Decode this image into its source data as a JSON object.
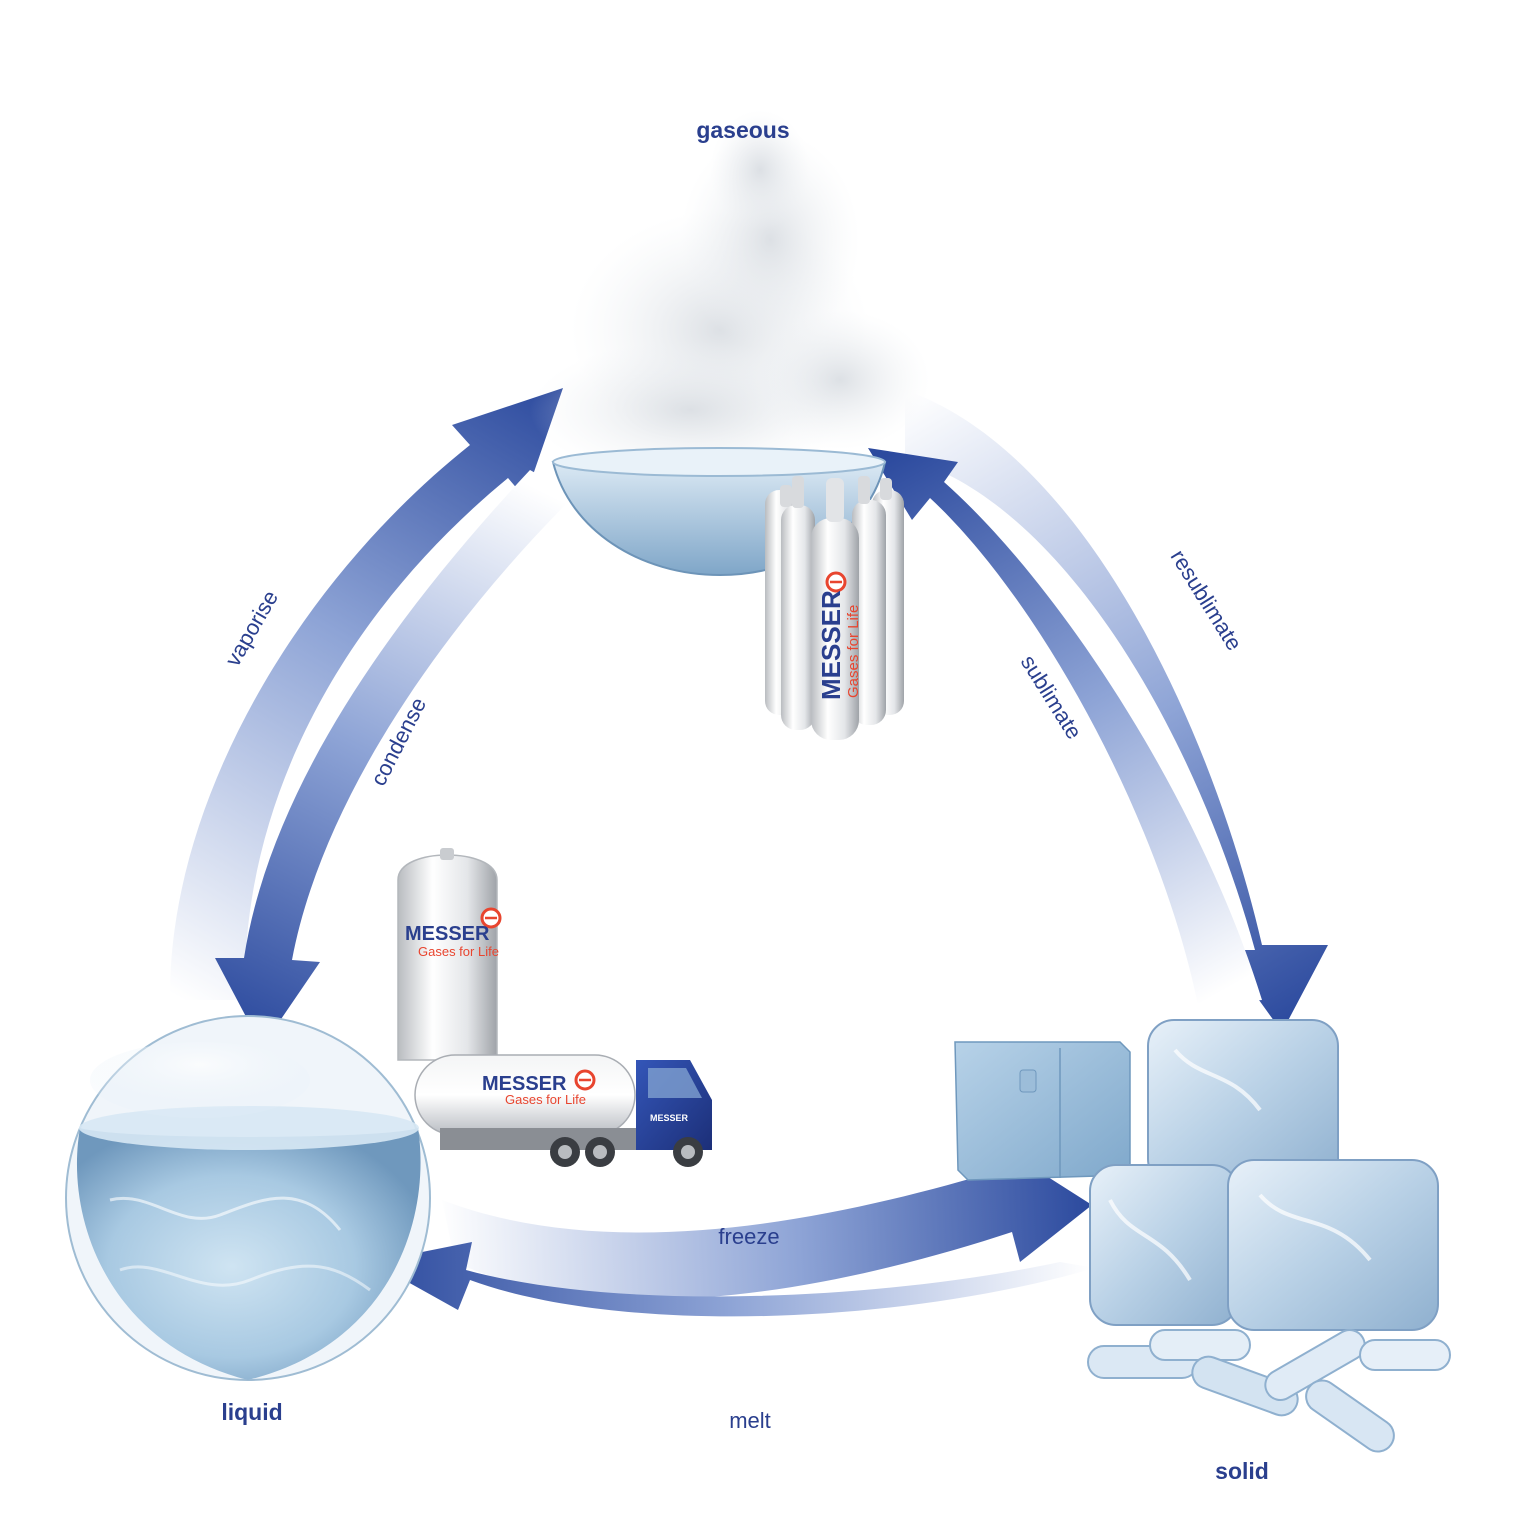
{
  "states": {
    "gaseous": "gaseous",
    "liquid": "liquid",
    "solid": "solid"
  },
  "processes": {
    "vaporise": "vaporise",
    "condense": "condense",
    "resublimate": "resublimate",
    "sublimate": "sublimate",
    "freeze": "freeze",
    "melt": "melt"
  },
  "branding": {
    "brand": "MESSER",
    "tagline": "Gases for Life"
  },
  "colors": {
    "label_blue": "#2a3f8e",
    "arrow_dark": "#2c4a9e",
    "arrow_light": "#e6ecf8",
    "logo_red": "#e8452f"
  }
}
